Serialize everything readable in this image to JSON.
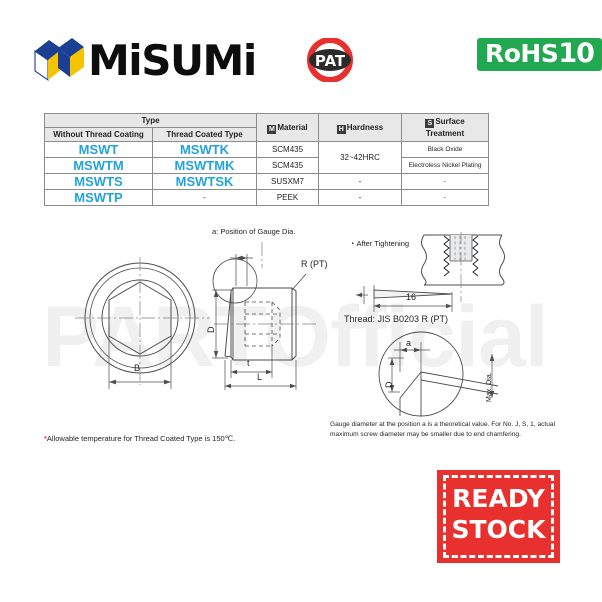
{
  "header": {
    "brand_name": "MiSUMi",
    "brand_logo_icon": "misumi-cube-logo",
    "pat_label": "PAT",
    "pat_icon": "pat-prohibition-badge",
    "rohs_label": "RoHS",
    "rohs_number": "10"
  },
  "watermark": {
    "text": "PARTOfficial"
  },
  "spec_table": {
    "group_header": "Type",
    "columns": [
      "Without Thread Coating",
      "Thread Coated Type",
      "Material",
      "Hardness",
      "Surface Treatment"
    ],
    "column_badges": {
      "material": "M",
      "hardness": "H",
      "surface": "S"
    },
    "surface_header_line1": "Surface",
    "surface_header_line2": "Treatment",
    "rows": [
      {
        "without_coating": "MSWT",
        "coated": "MSWTK",
        "material": "SCM435",
        "hardness": "32~42HRC",
        "surface": "Black Oxide"
      },
      {
        "without_coating": "MSWTM",
        "coated": "MSWTMK",
        "material": "SCM435",
        "hardness": "",
        "surface": "Electroless Nickel Plating"
      },
      {
        "without_coating": "MSWTS",
        "coated": "MSWTSK",
        "material": "SUSXM7",
        "hardness": "-",
        "surface": "-"
      },
      {
        "without_coating": "MSWTP",
        "coated": "-",
        "material": "PEEK",
        "hardness": "-",
        "surface": "-"
      }
    ]
  },
  "drawings": {
    "front_view": {
      "dim_b": "B",
      "name": "front-view-hex-socket"
    },
    "side_view": {
      "gauge_note": "a: Position of Gauge Dia.",
      "thread_label": "R (PT)",
      "dim_d": "D",
      "dim_t": "t",
      "dim_l": "L",
      "name": "side-section-view"
    },
    "tightening_view": {
      "title": "・After Tightening",
      "dim_16": "16",
      "thread_standard": "Thread: JIS B0203 R (PT)",
      "name": "after-tightening-view"
    },
    "gauge_detail": {
      "dim_a": "a",
      "dim_d": "D",
      "max_dia": "Max. Dia.",
      "name": "gauge-diameter-detail"
    }
  },
  "notes": {
    "left_marker": "*",
    "left_text": "Allowable temperature for Thread Coated Type is 150℃.",
    "right_line1": "Gauge diameter at the position a is a theoretical value. For No. J, S, 1, actual",
    "right_line2": "maximum screw diameter may be smaller due to end chamfering."
  },
  "ready_stock": {
    "line1": "READY",
    "line2": "STOCK"
  },
  "colors": {
    "code_blue": "#23a3dd",
    "rohs_green": "#22a850",
    "stock_red": "#e8312f",
    "asterisk_pink": "#e8308a",
    "logo_yellow": "#f5c400",
    "logo_blue": "#1b3f93"
  }
}
